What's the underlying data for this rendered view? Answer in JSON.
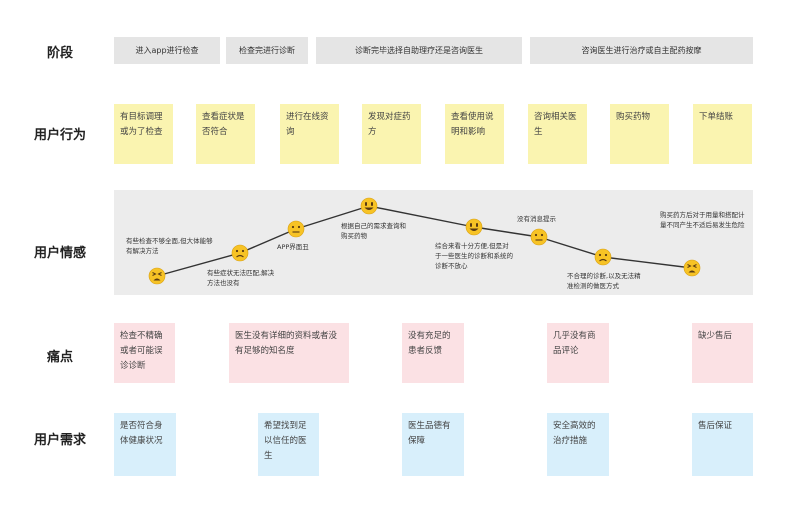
{
  "row_labels": {
    "stage": "阶段",
    "behavior": "用户行为",
    "emotion": "用户情感",
    "pain": "痛点",
    "needs": "用户需求"
  },
  "stages": [
    "进入app进行检查",
    "检查完进行诊断",
    "诊断完毕选择自助理疗还是咨询医生",
    "咨询医生进行治疗或自主配药按摩"
  ],
  "behaviors": [
    "有目标调理或为了检查",
    "查看症状是否符合",
    "进行在线资询",
    "发现对症药方",
    "查看使用说明和影响",
    "咨询相关医生",
    "购买药物",
    "下单结账"
  ],
  "emotions": [
    {
      "text": "有些检查不够全面,但大体能够有解决方法",
      "mood": "worried"
    },
    {
      "text": "有些症状无法匹配,解决方法也没有",
      "mood": "sad"
    },
    {
      "text": "APP界面丑",
      "mood": "neutral"
    },
    {
      "text": "根据自己的需求查询和购买药物",
      "mood": "happy"
    },
    {
      "text": "综合来看十分方便,但是对于一些医生的诊断和系统的诊断不放心",
      "mood": "happy"
    },
    {
      "text": "没有消息提示",
      "mood": "neutral"
    },
    {
      "text": "不合理的诊断,以及无法精准检测的做医方式",
      "mood": "sad"
    },
    {
      "text": "购买药方后对于用量和搭配计量不同产生不适后易发生危险",
      "mood": "worried"
    }
  ],
  "pain_points": [
    "检查不精确或者可能误诊诊断",
    "医生没有详细的资料或者没有足够的知名度",
    "没有充足的患者反馈",
    "几乎没有商品评论",
    "缺少售后"
  ],
  "needs": [
    "是否符合身体健康状况",
    "希望找到足以信任的医生",
    "医生品德有保障",
    "安全高效的治疗措施",
    "售后保证"
  ],
  "colors": {
    "stage_bg": "#e5e5e5",
    "behavior_bg": "#faf4b0",
    "emotion_bg": "#ececec",
    "pain_bg": "#fbe1e4",
    "needs_bg": "#d8effb",
    "emoji_face": "#f7c325"
  },
  "icons": {
    "worried": "worried-face-icon",
    "sad": "sad-face-icon",
    "neutral": "neutral-face-icon",
    "happy": "happy-face-icon"
  }
}
